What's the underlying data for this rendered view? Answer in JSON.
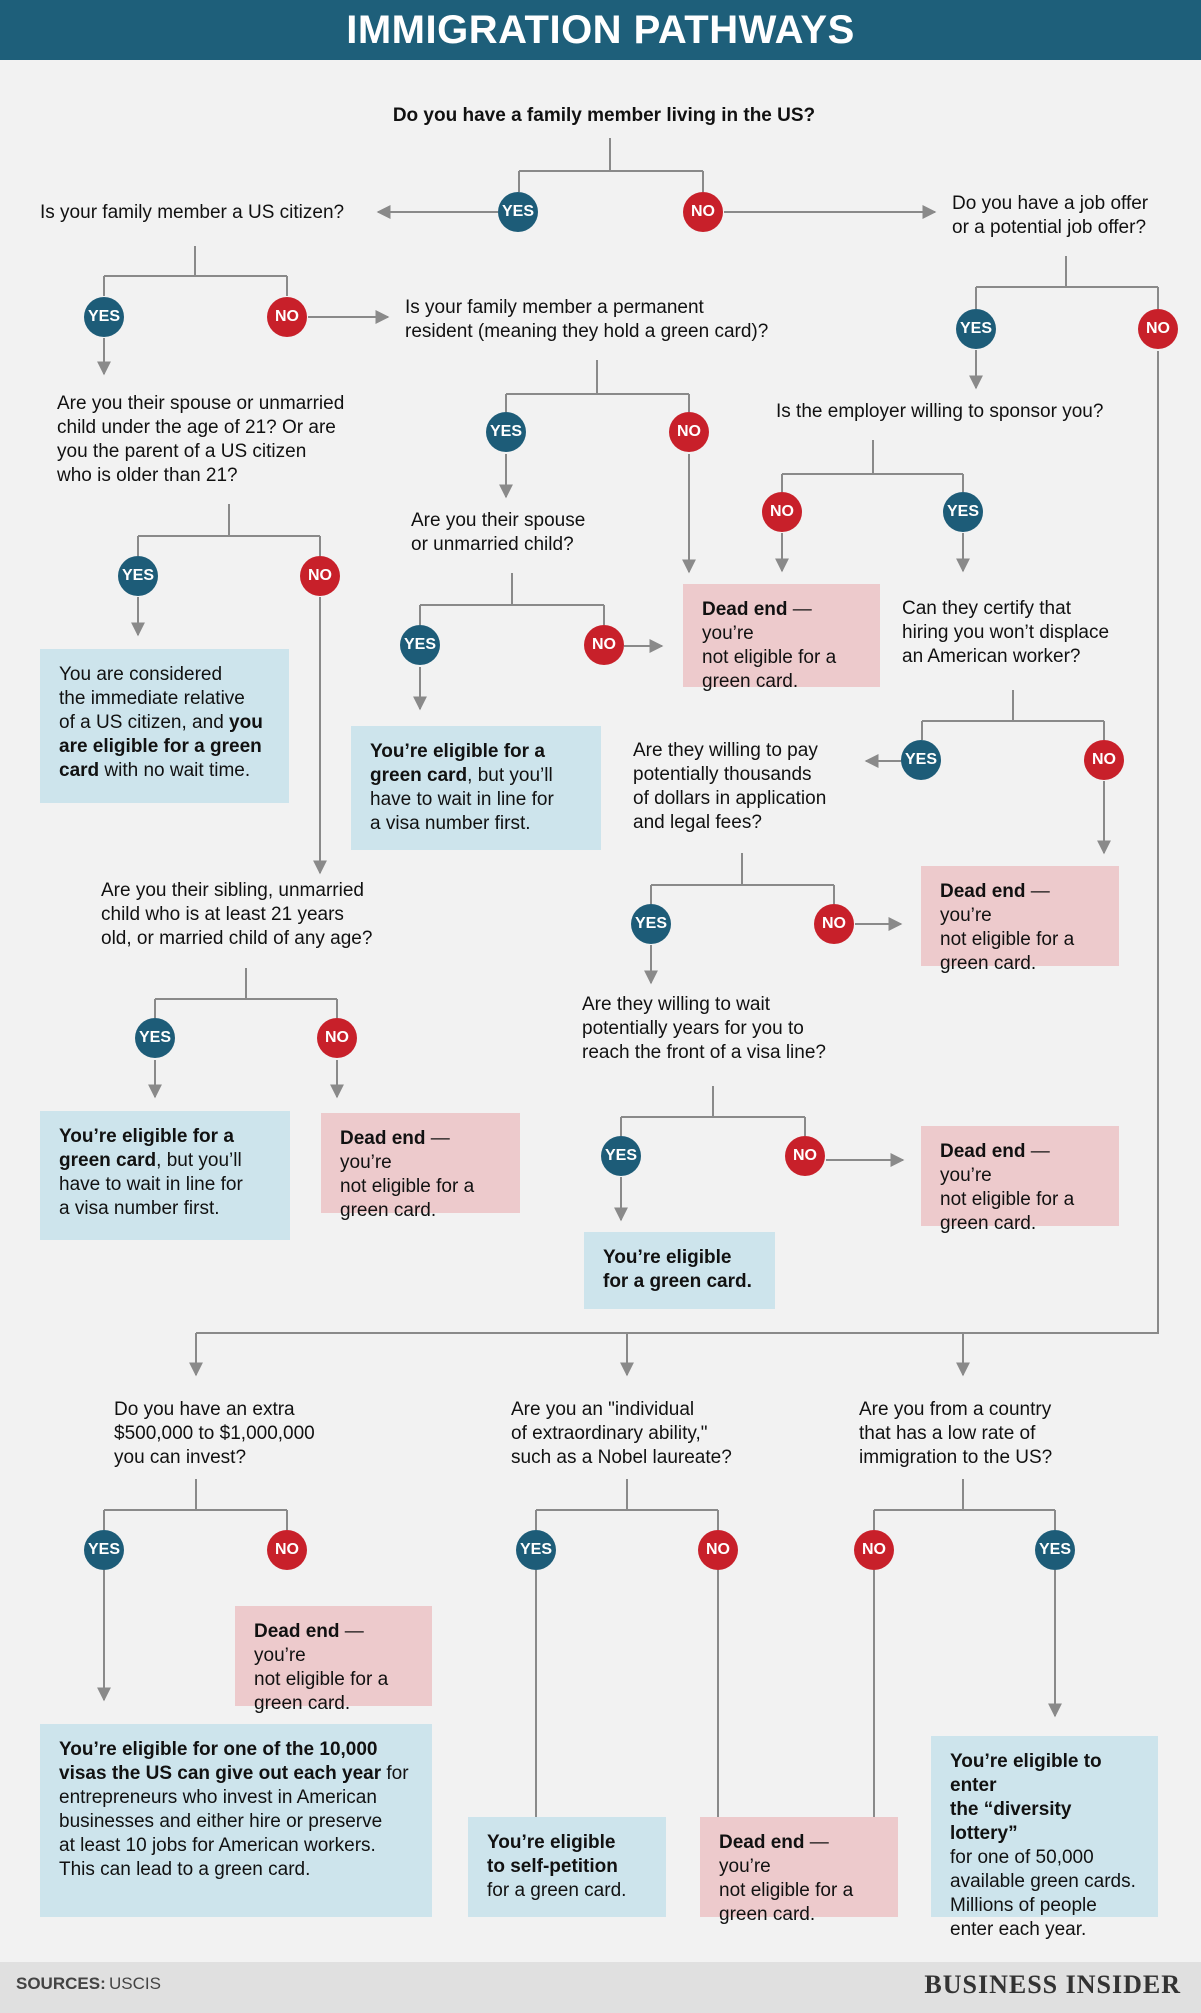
{
  "title": "IMMIGRATION PATHWAYS",
  "labels": {
    "yes": "YES",
    "no": "NO"
  },
  "colors": {
    "header": "#1e5f7a",
    "yes": "#1d5c78",
    "no": "#c8202a",
    "outcome_eligible": "#cde4ec",
    "outcome_dead_end": "#edcacc",
    "connector": "#8a8a8a"
  },
  "questions": {
    "q_family": "Do you have a family member living in the US?",
    "q_citizen": "Is your family member a US citizen?",
    "q_job": "Do you have a job offer\nor a potential job offer?",
    "q_permanent": "Is your family member a permanent\nresident (meaning they hold a green card)?",
    "q_spouse_child": "Are you their spouse or unmarried\nchild under the age of 21? Or are\nyou the parent of a US citizen\nwho is older than 21?",
    "q_sponsor": "Is the employer willing to sponsor you?",
    "q_pr_spouse": "Are you their spouse\nor unmarried child?",
    "q_certify": "Can they certify that\nhiring you won’t displace\nan American worker?",
    "q_pay": "Are they willing to pay\npotentially thousands\nof dollars in application\nand legal fees?",
    "q_sibling": "Are you their sibling, unmarried\nchild who is at least 21 years\nold, or married child of any age?",
    "q_wait": "Are they willing to wait\npotentially years for you to\nreach the front of a visa line?",
    "q_invest": "Do you have an extra\n$500,000 to $1,000,000\nyou can invest?",
    "q_extraordinary": "Are you an \"individual\nof extraordinary ability,\"\nsuch as a Nobel laureate?",
    "q_country": "Are you from a country\nthat has a low rate of\nimmigration to the US?"
  },
  "outcomes": {
    "immediate": {
      "l1": "You are considered",
      "l2": "the immediate relative",
      "l3a": "of a US citizen, and ",
      "l3b": "you",
      "l4": "are eligible for a green",
      "l5a": "card",
      "l5b": " with no wait time."
    },
    "wait_line_1": {
      "l1": "You’re eligible for a",
      "l2a": "green card",
      "l2b": ", but you’ll",
      "l3": "have to wait in line for",
      "l4": "a visa number first."
    },
    "wait_line_2": {
      "l1": "You’re eligible for a",
      "l2a": "green card",
      "l2b": ", but you’ll",
      "l3": "have to wait in line for",
      "l4": "a visa number first."
    },
    "dead_end_pr": {
      "bold": "Dead end",
      "rest": " — you’re",
      "l2": "not eligible for a",
      "l3": "green card."
    },
    "dead_end_certify": {
      "bold": "Dead end",
      "rest": " — you’re",
      "l2": "not eligible for a",
      "l3": "green card."
    },
    "dead_end_sibling": {
      "bold": "Dead end",
      "rest": " — you’re",
      "l2": "not eligible for a",
      "l3": "green card."
    },
    "dead_end_wait": {
      "bold": "Dead end",
      "rest": " — you’re",
      "l2": "not eligible for a",
      "l3": "green card."
    },
    "dead_end_invest": {
      "bold": "Dead end",
      "rest": " — you’re",
      "l2": "not eligible for a",
      "l3": "green card."
    },
    "dead_end_extra": {
      "bold": "Dead end",
      "rest": " — you’re",
      "l2": "not eligible for a",
      "l3": "green card."
    },
    "eligible_job": {
      "l1": "You’re eligible",
      "l2": "for a green card."
    },
    "investor": {
      "l1": "You’re eligible for one of the 10,000",
      "l2a": "visas the US can give out each year",
      "l2b": " for",
      "l3": "entrepreneurs who invest in American",
      "l4": "businesses and either hire or preserve",
      "l5": "at least 10 jobs for American workers.",
      "l6": "This can lead to a green card."
    },
    "self_petition": {
      "l1": "You’re eligible",
      "l2": "to self-petition",
      "l3": "for a green card."
    },
    "lottery": {
      "l1": "You’re eligible to enter",
      "l2": "the “diversity lottery”",
      "l3": "for one of 50,000",
      "l4": "available green cards.",
      "l5": "Millions of people",
      "l6": "enter each year."
    }
  },
  "footer": {
    "sources_label": "SOURCES:",
    "sources_value": "USCIS",
    "brand": "BUSINESS INSIDER"
  }
}
